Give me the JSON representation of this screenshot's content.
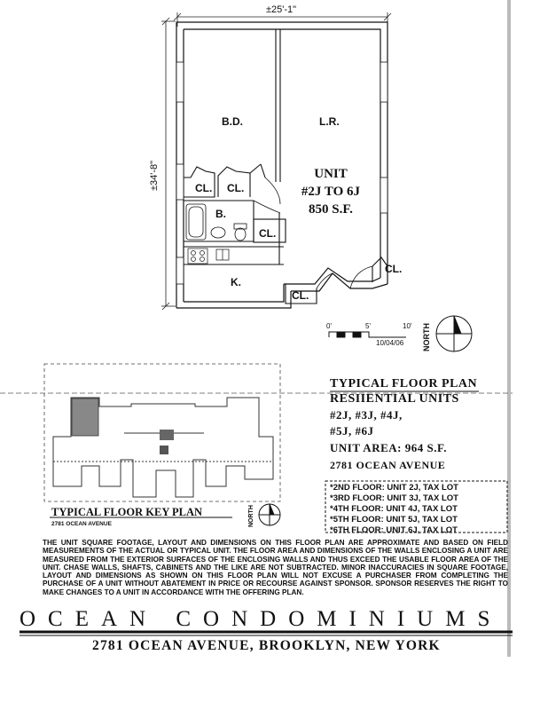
{
  "plan": {
    "width_dim": "±25'-1\"",
    "depth_dim": "±34'-8\"",
    "rooms": {
      "bedroom": "B.D.",
      "living": "L.R.",
      "bath": "B.",
      "kitchen": "K.",
      "closet": "CL."
    },
    "unit": {
      "line1": "UNIT",
      "line2": "#2J TO 6J",
      "line3": "850 S.F."
    },
    "scale": {
      "ticks": [
        "0'",
        "5'",
        "10'"
      ],
      "date": "10/04/06"
    },
    "north_label": "NORTH"
  },
  "title_block": {
    "line1": "TYPICAL FLOOR PLAN",
    "line2": "RESIIENTIAL UNITS",
    "line3": "#2J,  #3J,  #4J,",
    "line4": "#5J,  #6J",
    "line5": "UNIT AREA: 964 S.F.",
    "line6": "2781 OCEAN AVENUE"
  },
  "key_plan": {
    "title": "TYPICAL FLOOR KEY PLAN",
    "subtitle": "2781 OCEAN AVENUE",
    "north_label": "NORTH"
  },
  "tax_lots": [
    {
      "text": "*2ND FLOOR:  UNIT  2J,  TAX LOT"
    },
    {
      "text": "*3RD FLOOR:  UNIT  3J,  TAX LOT"
    },
    {
      "text": "*4TH FLOOR:  UNIT  4J,  TAX LOT"
    },
    {
      "text": "*5TH FLOOR:  UNIT  5J,  TAX LOT"
    },
    {
      "text": "*6TH FLOOR:  UNIT  6J,  TAX LOT"
    }
  ],
  "disclaimer": "THE UNIT SQUARE FOOTAGE, LAYOUT AND DIMENSIONS ON THIS FLOOR PLAN ARE APPROXIMATE AND BASED ON FIELD MEASUREMENTS OF THE ACTUAL OR TYPICAL UNIT. THE FLOOR AREA AND DIMENSIONS OF THE WALLS ENCLOSING A UNIT ARE MEASURED FROM THE EXTERIOR SURFACES OF THE ENCLOSING WALLS AND THUS EXCEED THE USABLE FLOOR AREA OF THE UNIT. CHASE WALLS, SHAFTS, CABINETS AND THE LIKE ARE NOT SUBTRACTED. MINOR INACCURACIES IN SQUARE FOOTAGE, LAYOUT AND DIMENSIONS AS SHOWN ON THIS FLOOR PLAN WILL NOT EXCUSE A PURCHASER FROM COMPLETING THE PURCHASE OF A UNIT WITHOUT ABATEMENT IN PRICE OR RECOURSE AGAINST SPONSOR. SPONSOR RESERVES THE RIGHT TO MAKE CHANGES TO A UNIT IN ACCORDANCE WITH THE OFFERING PLAN.",
  "brand": "OCEAN CONDOMINIUMS",
  "address": "2781 OCEAN AVENUE, BROOKLYN, NEW YORK"
}
